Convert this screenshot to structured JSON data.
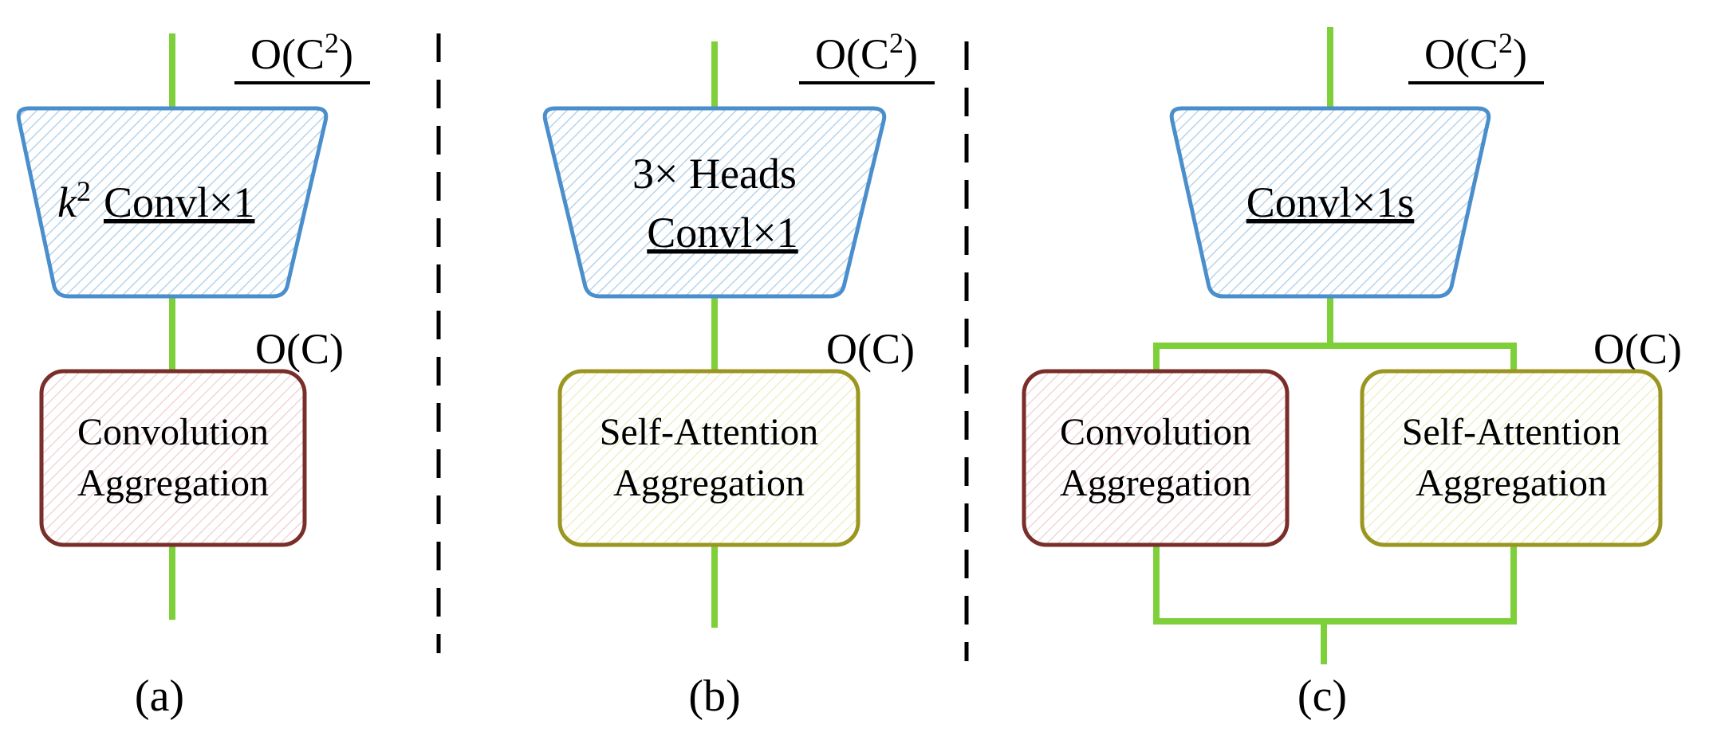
{
  "colors": {
    "connector": "#7ed03b",
    "conv_box_stroke": "#b4413c",
    "conv_box_fill_hatch": "#f2d6d8",
    "attn_box_stroke": "#b3ad2c",
    "attn_box_fill_hatch": "#eef0c8",
    "trapezoid_stroke": "#4a8fcc",
    "trapezoid_fill_hatch": "#b7d4ea",
    "separator": "#000000",
    "text": "#000000"
  },
  "panel_a": {
    "complexity_top": "O(C",
    "complexity_top_exp": "2",
    "complexity_top_close": ")",
    "trapezoid_k": "k",
    "trapezoid_k_exp": "2",
    "trapezoid_label": "Convl×1",
    "complexity_mid": "O(C)",
    "box_line1": "Convolution",
    "box_line2": "Aggregation",
    "caption": "(a)"
  },
  "panel_b": {
    "complexity_top": "O(C",
    "complexity_top_exp": "2",
    "complexity_top_close": ")",
    "trapezoid_line1": "3× Heads",
    "trapezoid_line2": "Convl×1",
    "complexity_mid": "O(C)",
    "box_line1": "Self-Attention",
    "box_line2": "Aggregation",
    "caption": "(b)"
  },
  "panel_c": {
    "complexity_top": "O(C",
    "complexity_top_exp": "2",
    "complexity_top_close": ")",
    "trapezoid_label": "Convl×1s",
    "complexity_mid": "O(C)",
    "conv_box_line1": "Convolution",
    "conv_box_line2": "Aggregation",
    "attn_box_line1": "Self-Attention",
    "attn_box_line2": "Aggregation",
    "caption": "(c)"
  }
}
